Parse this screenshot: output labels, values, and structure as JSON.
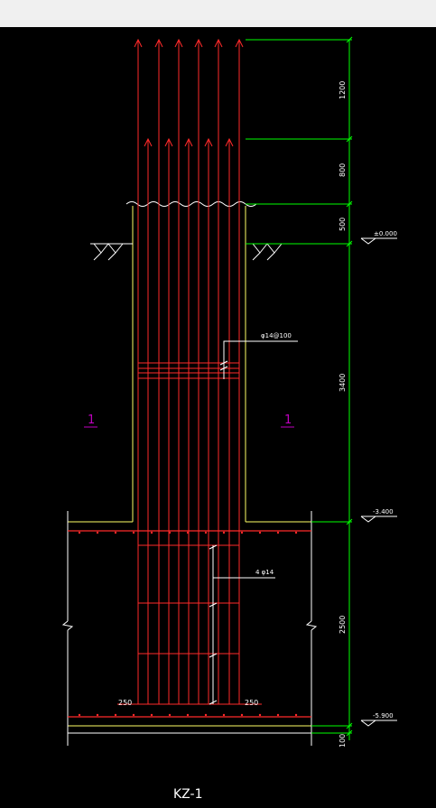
{
  "drawing": {
    "dimensions": [
      "1200",
      "800",
      "500",
      "3400",
      "2500",
      "100"
    ],
    "elevations": [
      "±0.000",
      "-3.400",
      "-5.900"
    ],
    "stirrup_label": "φ14@100",
    "bar_label": "4 φ14",
    "offset_left": "250",
    "offset_right": "250",
    "section_mark_left": "1",
    "section_mark_right": "1",
    "title": "KZ-1"
  },
  "colors": {
    "background": "#000000",
    "rebar": "#ff2a2a",
    "outline": "#ffff66",
    "dimension": "#00ff00",
    "annotation": "#ffffff",
    "section": "#c000c0"
  }
}
